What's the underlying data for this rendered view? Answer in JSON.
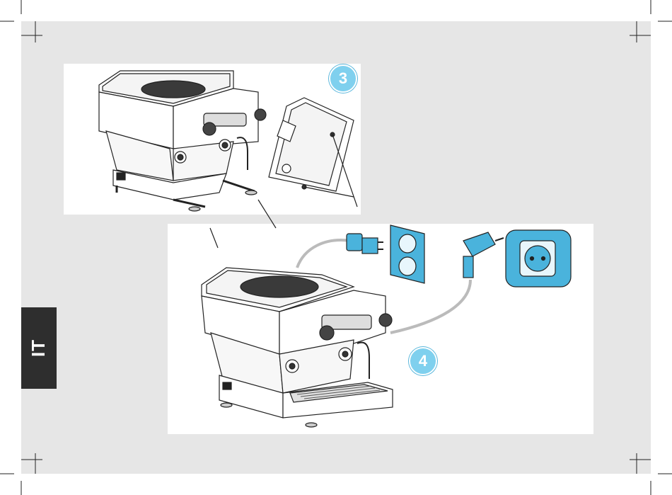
{
  "sidebar": {
    "language_code": "IT"
  },
  "steps": {
    "step_3": "3",
    "step_4": "4"
  },
  "colors": {
    "background": "#e6e6e6",
    "panel": "#ffffff",
    "accent_blue": "#4ab3dc",
    "badge": "#7fd0ee",
    "tab": "#2e2e2e",
    "line": "#222222"
  }
}
